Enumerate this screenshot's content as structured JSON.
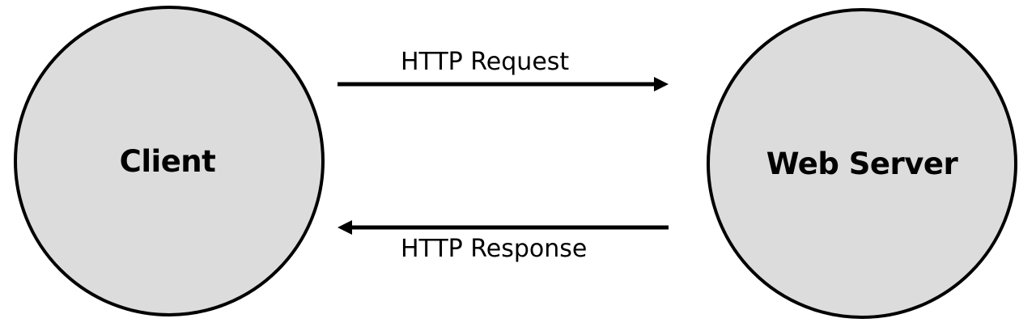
{
  "diagram": {
    "nodes": {
      "client": {
        "label": "Client",
        "fill": "#dcdcdc"
      },
      "server": {
        "label": "Web Server",
        "fill": "#dcdcdc"
      }
    },
    "edges": {
      "request": {
        "label": "HTTP Request",
        "from": "client",
        "to": "server"
      },
      "response": {
        "label": "HTTP Response",
        "from": "server",
        "to": "client"
      }
    },
    "colors": {
      "stroke": "#000000",
      "node_fill": "#dcdcdc",
      "background": "#ffffff"
    }
  }
}
